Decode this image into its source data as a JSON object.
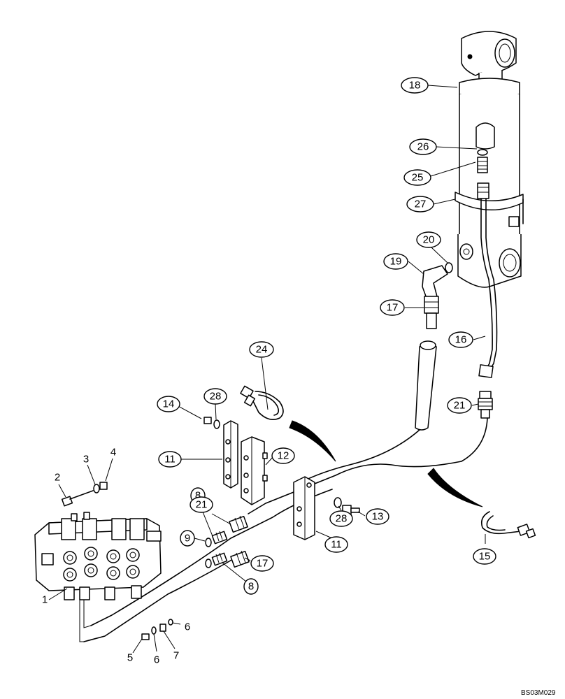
{
  "drawing_ref": "BS03M029",
  "callouts": {
    "c18": "18",
    "c26": "26",
    "c25": "25",
    "c27": "27",
    "c20": "20",
    "c19": "19",
    "c17a": "17",
    "c16": "16",
    "c21a": "21",
    "c24": "24",
    "c14": "14",
    "c28a": "28",
    "c11a": "11",
    "c12": "12",
    "c8a": "8",
    "c21b": "21",
    "c9": "9",
    "c17b": "17",
    "c8b": "8",
    "c11b": "11",
    "c28b": "28",
    "c13": "13",
    "c15": "15"
  },
  "labels": {
    "n1": "1",
    "n2": "2",
    "n3": "3",
    "n4": "4",
    "n5": "5",
    "n6a": "6",
    "n6b": "6",
    "n7": "7"
  }
}
